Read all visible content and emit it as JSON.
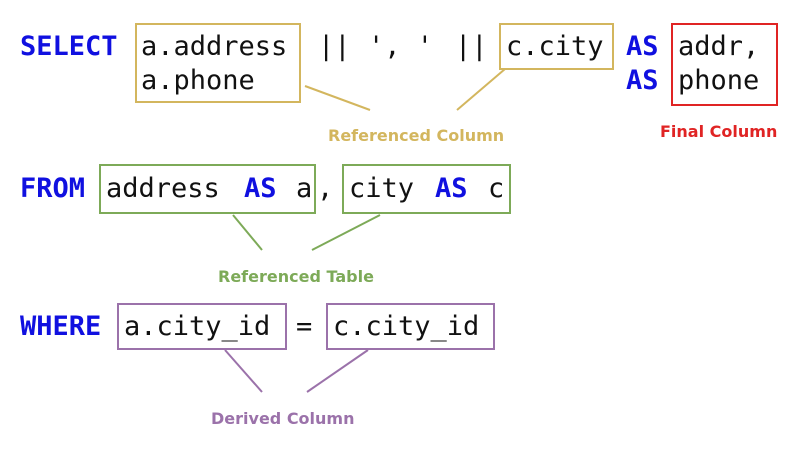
{
  "select_line": {
    "keyword": "SELECT",
    "expr_1": "a.address",
    "concat_op_1": "||",
    "separator": "', '",
    "concat_op_2": "||",
    "expr_2": "c.city",
    "as_1": "AS",
    "alias_1": "addr,",
    "expr_3": "a.phone",
    "as_2": "AS",
    "alias_2": "phone"
  },
  "from_line": {
    "keyword": "FROM",
    "table_1": "address",
    "as_1": "AS",
    "alias_1": "a",
    "comma": ",",
    "table_2": "city",
    "as_2": "AS",
    "alias_2": "c"
  },
  "where_line": {
    "keyword": "WHERE",
    "left": "a.city_id",
    "op": "=",
    "right": "c.city_id"
  },
  "labels": {
    "referenced_column": "Referenced Column",
    "final_column": "Final Column",
    "referenced_table": "Referenced Table",
    "derived_column": "Derived Column"
  },
  "colors": {
    "keyword": "#1010e0",
    "referenced_column": "#d3b65e",
    "final_column": "#e02424",
    "referenced_table": "#7daa58",
    "derived_column": "#9b72aa"
  }
}
